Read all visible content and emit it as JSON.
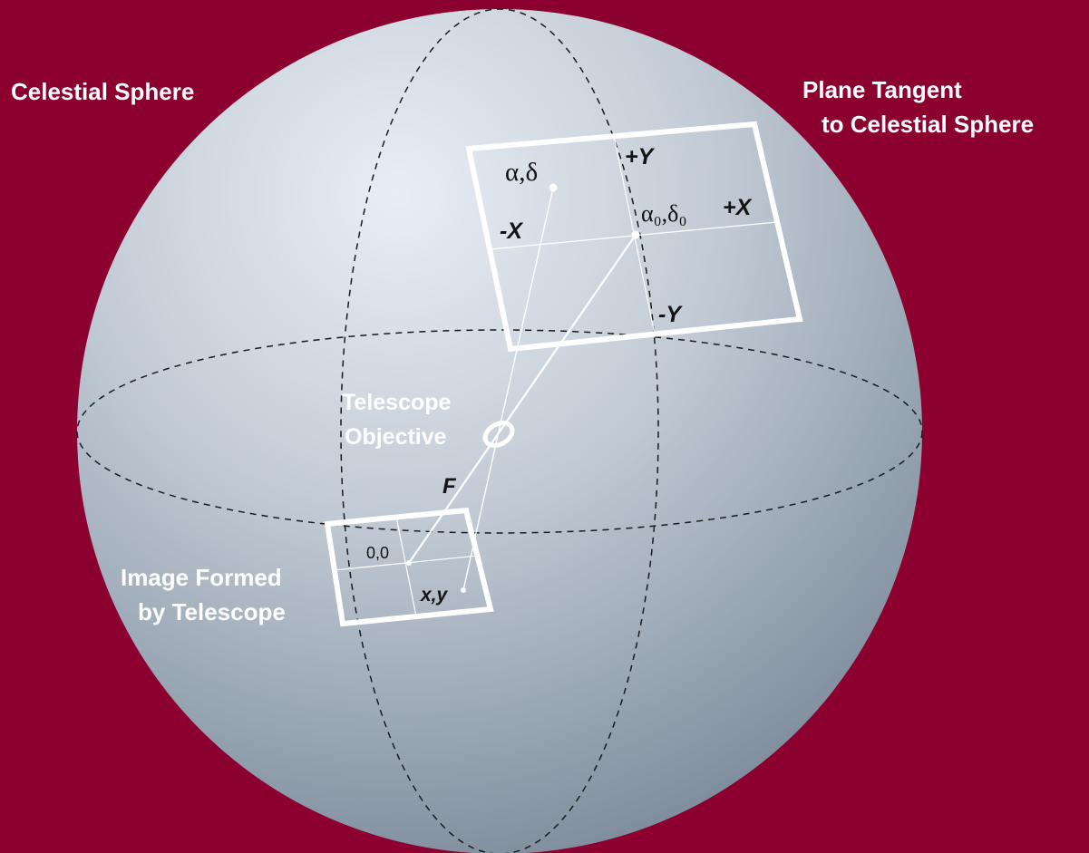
{
  "labels": {
    "celestial_sphere": "Celestial Sphere",
    "tangent_plane_line1": "Plane Tangent",
    "tangent_plane_line2": "to Celestial Sphere",
    "telescope_line1": "Telescope",
    "telescope_line2": "Objective",
    "image_line1": "Image Formed",
    "image_line2": "by Telescope",
    "focal_length": "F",
    "plus_y": "+Y",
    "minus_y": "-Y",
    "plus_x": "+X",
    "minus_x": "-X",
    "star_coords": "α,δ",
    "center_coords": "α₀,δ₀",
    "origin": "0,0",
    "image_point": "x,y"
  },
  "colors": {
    "background": "#8c0030",
    "sphere_light": "#e6edf4",
    "sphere_dark": "#7f8e9f",
    "lines": "#ffffff",
    "dashed": "#1a1a1a"
  }
}
